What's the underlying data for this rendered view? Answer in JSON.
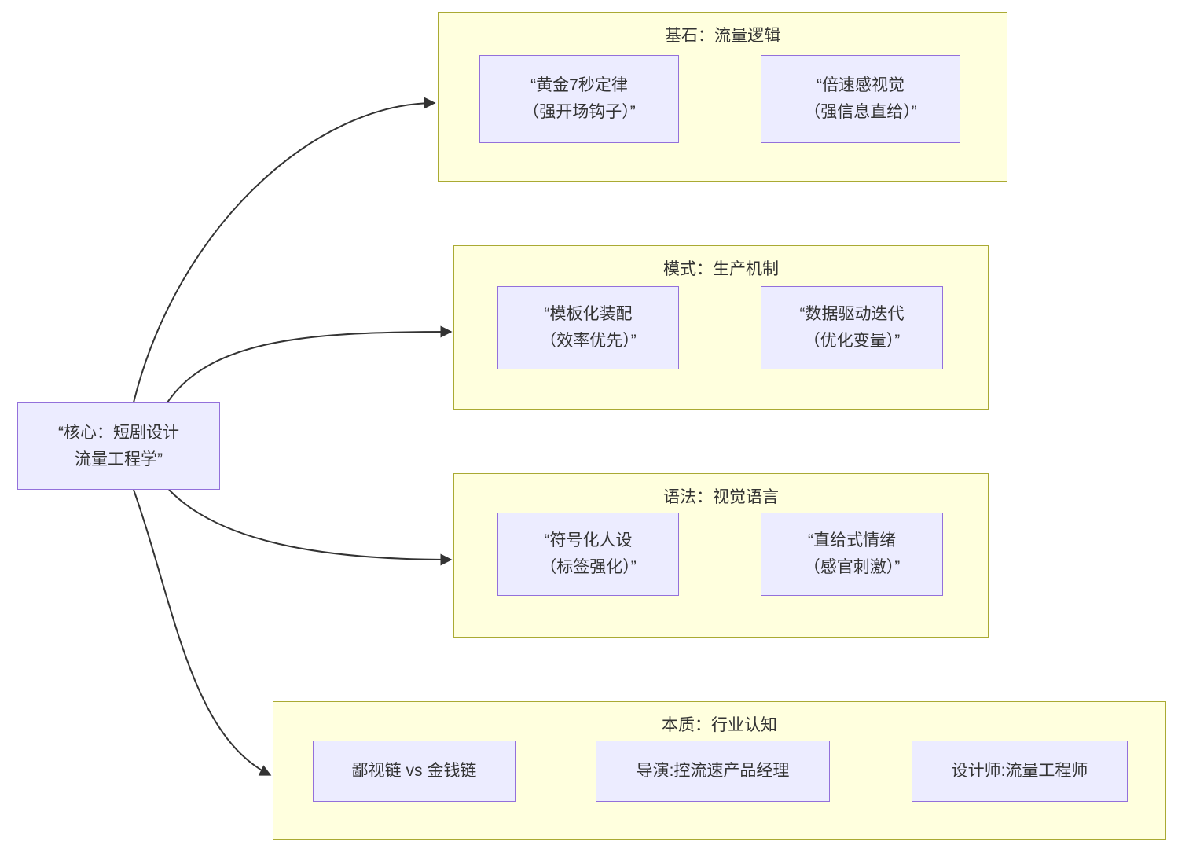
{
  "colors": {
    "node_fill": "#ECECFF",
    "node_border": "#9370DB",
    "cluster_fill": "#FFFFDE",
    "cluster_border": "#AAAA33",
    "edge": "#333333",
    "text": "#333333",
    "background": "#FFFFFF"
  },
  "root": {
    "label": "“核心：短剧设计\n流量工程学”"
  },
  "clusters": [
    {
      "title": "基石：流量逻辑",
      "nodes": [
        {
          "label": "“黄金7秒定律\n（强开场钩子）”"
        },
        {
          "label": "“倍速感视觉\n（强信息直给）”"
        }
      ]
    },
    {
      "title": "模式：生产机制",
      "nodes": [
        {
          "label": "“模板化装配\n（效率优先）”"
        },
        {
          "label": "“数据驱动迭代\n（优化变量）”"
        }
      ]
    },
    {
      "title": "语法：视觉语言",
      "nodes": [
        {
          "label": "“符号化人设\n（标签强化）”"
        },
        {
          "label": "“直给式情绪\n（感官刺激）”"
        }
      ]
    },
    {
      "title": "本质：行业认知",
      "nodes": [
        {
          "label": "鄙视链 vs 金钱链"
        },
        {
          "label": "导演:控流速产品经理"
        },
        {
          "label": "设计师:流量工程师"
        }
      ]
    }
  ]
}
